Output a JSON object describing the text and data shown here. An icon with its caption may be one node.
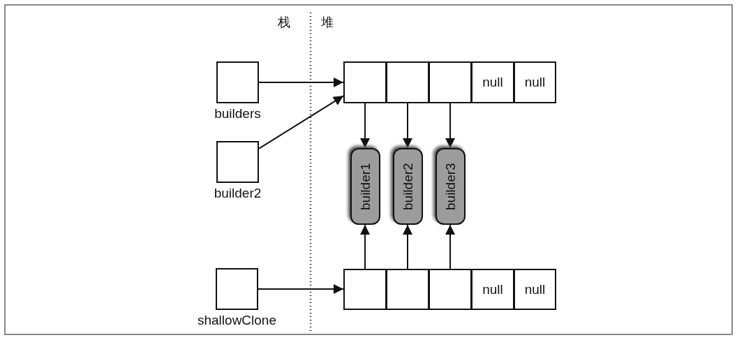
{
  "diagram": {
    "nodes": [
      {
        "text": [],
        "shape": "box",
        "beside": [
          "builders"
        ]
      },
      {
        "text": [],
        "shape": "box",
        "beside": [
          "builder2"
        ]
      },
      {
        "text": [],
        "shape": "box",
        "beside": [
          "shallowClone"
        ]
      },
      {
        "text": [],
        "shape": "box"
      },
      {
        "text": [],
        "shape": "box"
      },
      {
        "text": [],
        "shape": "box"
      },
      {
        "text": [
          "null"
        ]
      },
      {
        "text": [
          "null"
        ]
      },
      {
        "text": [
          "builder1"
        ]
      },
      {
        "text": [
          "builder2"
        ]
      },
      {
        "text": [
          "builder3"
        ]
      },
      {
        "text": [],
        "shape": "box"
      },
      {
        "text": [],
        "shape": "box"
      },
      {
        "text": [],
        "shape": "box"
      },
      {
        "text": [
          "null"
        ]
      },
      {
        "text": [
          "null"
        ]
      }
    ],
    "edges": [
      {
        "from": 0,
        "to": 3,
        "arrow": "to"
      },
      {
        "from": 1,
        "to": 3,
        "arrow": "to"
      },
      {
        "from": 3,
        "to": 8,
        "arrow": "to"
      },
      {
        "from": 4,
        "to": 9,
        "arrow": "to"
      },
      {
        "from": 5,
        "to": 10,
        "arrow": "to"
      },
      {
        "from": 2,
        "to": 11,
        "arrow": "to"
      },
      {
        "from": 11,
        "to": 8,
        "arrow": "to"
      },
      {
        "from": 12,
        "to": 9,
        "arrow": "to"
      },
      {
        "from": 13,
        "to": 10,
        "arrow": "to"
      }
    ],
    "labels": [
      "栈",
      "堆"
    ]
  }
}
